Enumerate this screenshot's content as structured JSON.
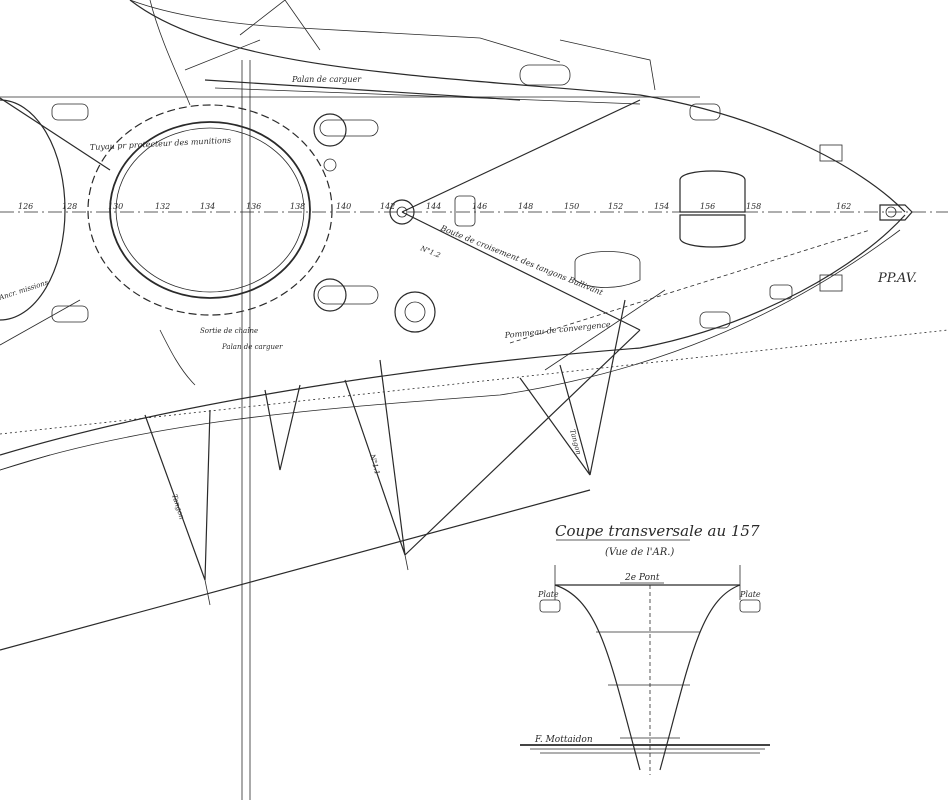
{
  "frame_numbers": [
    "126",
    "128",
    "130",
    "132",
    "134",
    "136",
    "138",
    "140",
    "142",
    "144",
    "146",
    "148",
    "150",
    "152",
    "154",
    "156",
    "158",
    "162"
  ],
  "labels": {
    "palan_de_carguer_top": "Palan de carguer",
    "tuyau_projecteur": "Tuyau pr protecteur des munitions",
    "bout_de_ecoute": "Boute de croisement des tangons Bullivant",
    "ppav": "PP.AV.",
    "sortie_de_chaine": "Sortie de chaîne",
    "palan_de_carguer_low": "Palan de carguer",
    "pommeau_de_convergence": "Pommeau de convergence",
    "tangon_1": "Tangon",
    "tangon_2": "Tangon",
    "tangon_3": "N°1.1",
    "tangon_4": "N°1.2",
    "left_label": "Ancr. missions"
  },
  "section": {
    "title": "Coupe transversale au 157",
    "subtitle": "(Vue de l'AR.)",
    "pont_label": "2e Pont",
    "plate_left": "Plate",
    "plate_right": "Plate",
    "signature": "F. Mottaidon"
  }
}
